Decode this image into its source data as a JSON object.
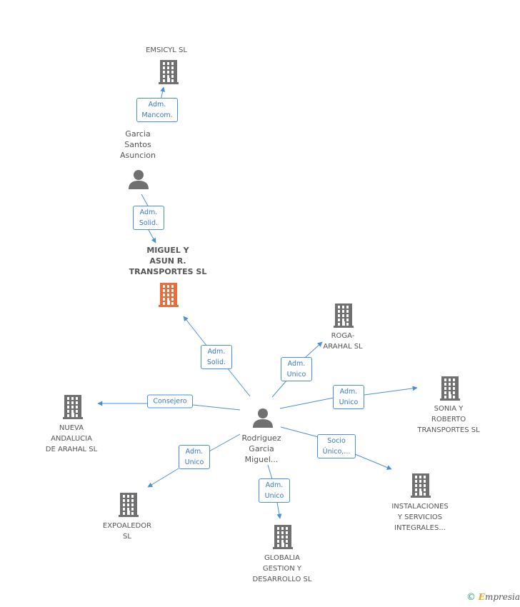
{
  "colors": {
    "edge": "#4a90d9",
    "building": "#707070",
    "building_main": "#ef6a3a",
    "person": "#707070"
  },
  "nodes": {
    "emsicyl": "EMSICYL SL",
    "garcia": "Garcia\nSantos\nAsuncion",
    "main": "MIGUEL Y\nASUN R.\nTRANSPORTES SL",
    "roga": "ROGA-\nARAHAL SL",
    "sonia": "SONIA Y\nROBERTO\nTRANSPORTES SL",
    "nueva": "NUEVA\nANDALUCIA\nDE ARAHAL SL",
    "rodriguez": "Rodriguez\nGarcia\nMiguel...",
    "instalaciones": "INSTALACIONES\nY SERVICIOS\nINTEGRALES...",
    "expoaledor": "EXPOALEDOR\nSL",
    "globalia": "GLOBALIA\nGESTION Y\nDESARROLLO SL"
  },
  "edges": {
    "garcia_emsicyl": "Adm.\nMancom.",
    "garcia_main": "Adm.\nSolid.",
    "rod_main": "Adm.\nSolid.",
    "rod_roga": "Adm.\nUnico",
    "rod_sonia": "Adm.\nUnico",
    "rod_nueva": "Consejero",
    "rod_instal": "Socio\nÚnico,...",
    "rod_expo": "Adm.\nUnico",
    "rod_globalia": "Adm.\nUnico"
  },
  "footer": {
    "copyright": "©",
    "brand_initial": "E",
    "brand_rest": "mpresia"
  }
}
